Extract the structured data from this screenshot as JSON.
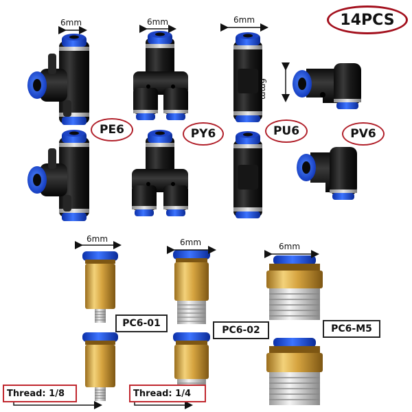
{
  "badge": "14PCS",
  "dimensions": {
    "d1": "6mm",
    "d2": "6mm",
    "d3": "6mm",
    "d4": "6mm",
    "d5": "6mm",
    "d6": "6mm",
    "d7": "6mm"
  },
  "labels": {
    "pe6": "PE6",
    "py6": "PY6",
    "pu6": "PU6",
    "pv6": "PV6",
    "pc6_01": "PC6-01",
    "pc6_02": "PC6-02",
    "pc6_m5": "PC6-M5"
  },
  "threads": {
    "t1": "Thread: 1/8",
    "t2": "Thread: 1/4"
  },
  "colors": {
    "blue": "#1f4fd8",
    "brass": "#d2a23c",
    "body_black": "#1e1e1e",
    "oval_red": "#b1202a"
  }
}
